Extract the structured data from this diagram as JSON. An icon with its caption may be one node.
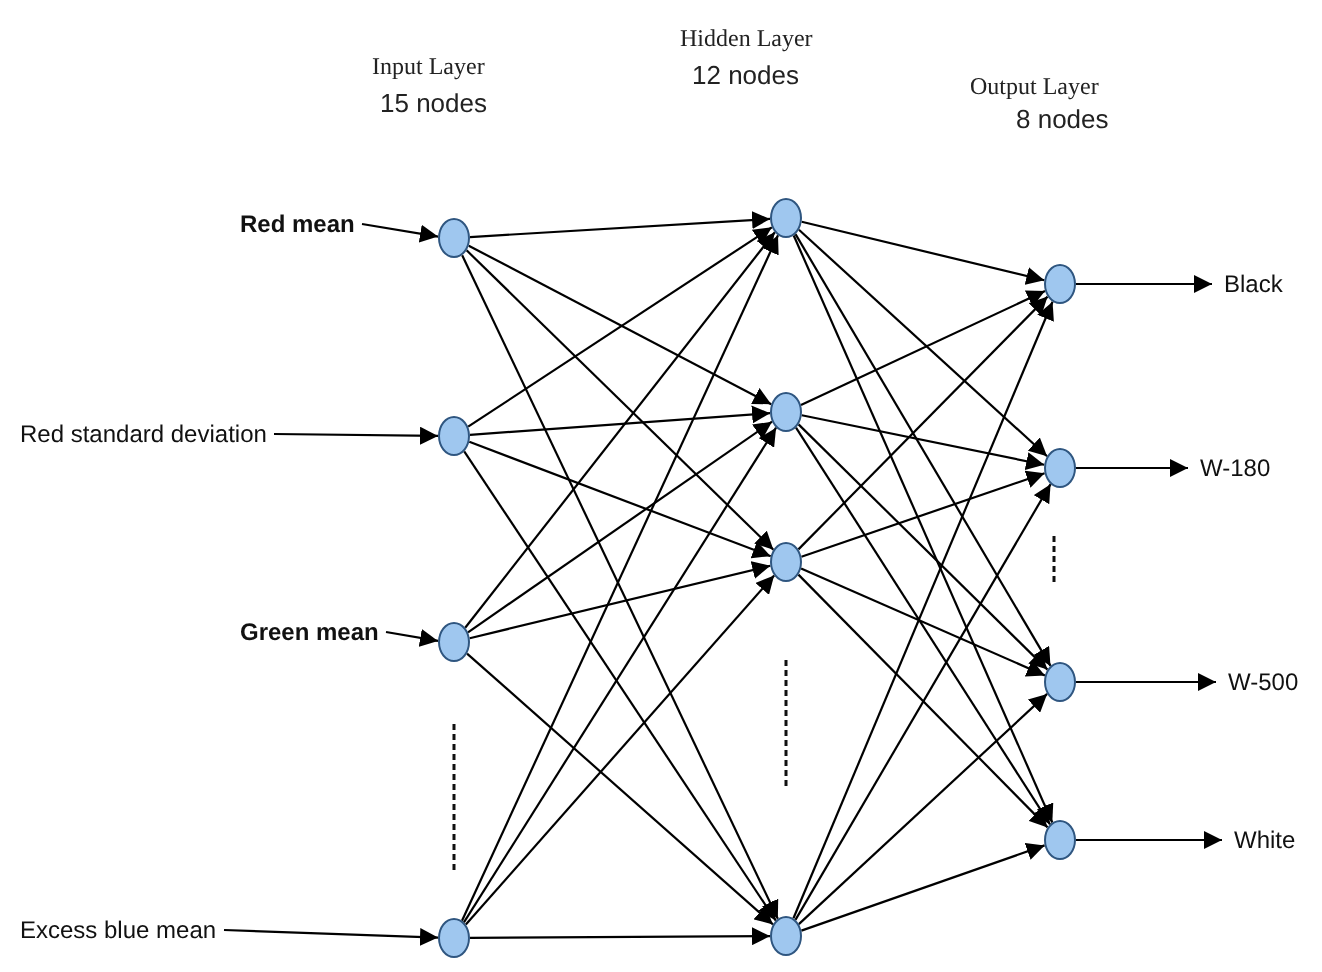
{
  "diagram": {
    "nodes": [
      {
        "text": [
          "Red mean"
        ]
      },
      {
        "text": [
          "Red standard deviation"
        ]
      },
      {
        "text": [
          "Green mean"
        ]
      },
      {
        "text": [
          "Excess blue mean"
        ]
      },
      {
        "text": [],
        "shape": "circle"
      },
      {
        "text": [],
        "shape": "circle"
      },
      {
        "text": [],
        "shape": "circle"
      },
      {
        "text": [],
        "shape": "circle"
      },
      {
        "text": [],
        "shape": "circle"
      },
      {
        "text": [],
        "shape": "circle"
      },
      {
        "text": [],
        "shape": "circle"
      },
      {
        "text": [],
        "shape": "circle"
      },
      {
        "text": [],
        "shape": "circle"
      },
      {
        "text": [],
        "shape": "circle"
      },
      {
        "text": [],
        "shape": "circle"
      },
      {
        "text": [],
        "shape": "circle"
      },
      {
        "text": [
          "Black"
        ]
      },
      {
        "text": [
          "W-180"
        ]
      },
      {
        "text": [
          "W-500"
        ]
      },
      {
        "text": [
          "White"
        ]
      }
    ],
    "edges": [
      {
        "from": 0,
        "to": 4,
        "arrow": "to"
      },
      {
        "from": 1,
        "to": 5,
        "arrow": "to"
      },
      {
        "from": 2,
        "to": 6,
        "arrow": "to"
      },
      {
        "from": 3,
        "to": 7,
        "arrow": "to"
      },
      {
        "from": 4,
        "to": 8,
        "arrow": "to"
      },
      {
        "from": 4,
        "to": 9,
        "arrow": "to"
      },
      {
        "from": 4,
        "to": 10,
        "arrow": "to"
      },
      {
        "from": 4,
        "to": 11,
        "arrow": "to"
      },
      {
        "from": 5,
        "to": 8,
        "arrow": "to"
      },
      {
        "from": 5,
        "to": 9,
        "arrow": "to"
      },
      {
        "from": 5,
        "to": 10,
        "arrow": "to"
      },
      {
        "from": 5,
        "to": 11,
        "arrow": "to"
      },
      {
        "from": 6,
        "to": 8,
        "arrow": "to"
      },
      {
        "from": 6,
        "to": 9,
        "arrow": "to"
      },
      {
        "from": 6,
        "to": 10,
        "arrow": "to"
      },
      {
        "from": 6,
        "to": 11,
        "arrow": "to"
      },
      {
        "from": 7,
        "to": 8,
        "arrow": "to"
      },
      {
        "from": 7,
        "to": 9,
        "arrow": "to"
      },
      {
        "from": 7,
        "to": 10,
        "arrow": "to"
      },
      {
        "from": 7,
        "to": 11,
        "arrow": "to"
      },
      {
        "from": 8,
        "to": 12,
        "arrow": "to"
      },
      {
        "from": 8,
        "to": 13,
        "arrow": "to"
      },
      {
        "from": 8,
        "to": 14,
        "arrow": "to"
      },
      {
        "from": 8,
        "to": 15,
        "arrow": "to"
      },
      {
        "from": 9,
        "to": 12,
        "arrow": "to"
      },
      {
        "from": 9,
        "to": 13,
        "arrow": "to"
      },
      {
        "from": 9,
        "to": 14,
        "arrow": "to"
      },
      {
        "from": 9,
        "to": 15,
        "arrow": "to"
      },
      {
        "from": 10,
        "to": 12,
        "arrow": "to"
      },
      {
        "from": 10,
        "to": 13,
        "arrow": "to"
      },
      {
        "from": 10,
        "to": 14,
        "arrow": "to"
      },
      {
        "from": 10,
        "to": 15,
        "arrow": "to"
      },
      {
        "from": 11,
        "to": 12,
        "arrow": "to"
      },
      {
        "from": 11,
        "to": 13,
        "arrow": "to"
      },
      {
        "from": 11,
        "to": 14,
        "arrow": "to"
      },
      {
        "from": 11,
        "to": 15,
        "arrow": "to"
      },
      {
        "from": 12,
        "to": 16,
        "arrow": "to"
      },
      {
        "from": 13,
        "to": 17,
        "arrow": "to"
      },
      {
        "from": 14,
        "to": 18,
        "arrow": "to"
      },
      {
        "from": 15,
        "to": 19,
        "arrow": "to"
      }
    ],
    "labels": [
      "Input Layer",
      "15 nodes",
      "Hidden Layer",
      "12 nodes",
      "Output Layer",
      "8 nodes"
    ]
  }
}
